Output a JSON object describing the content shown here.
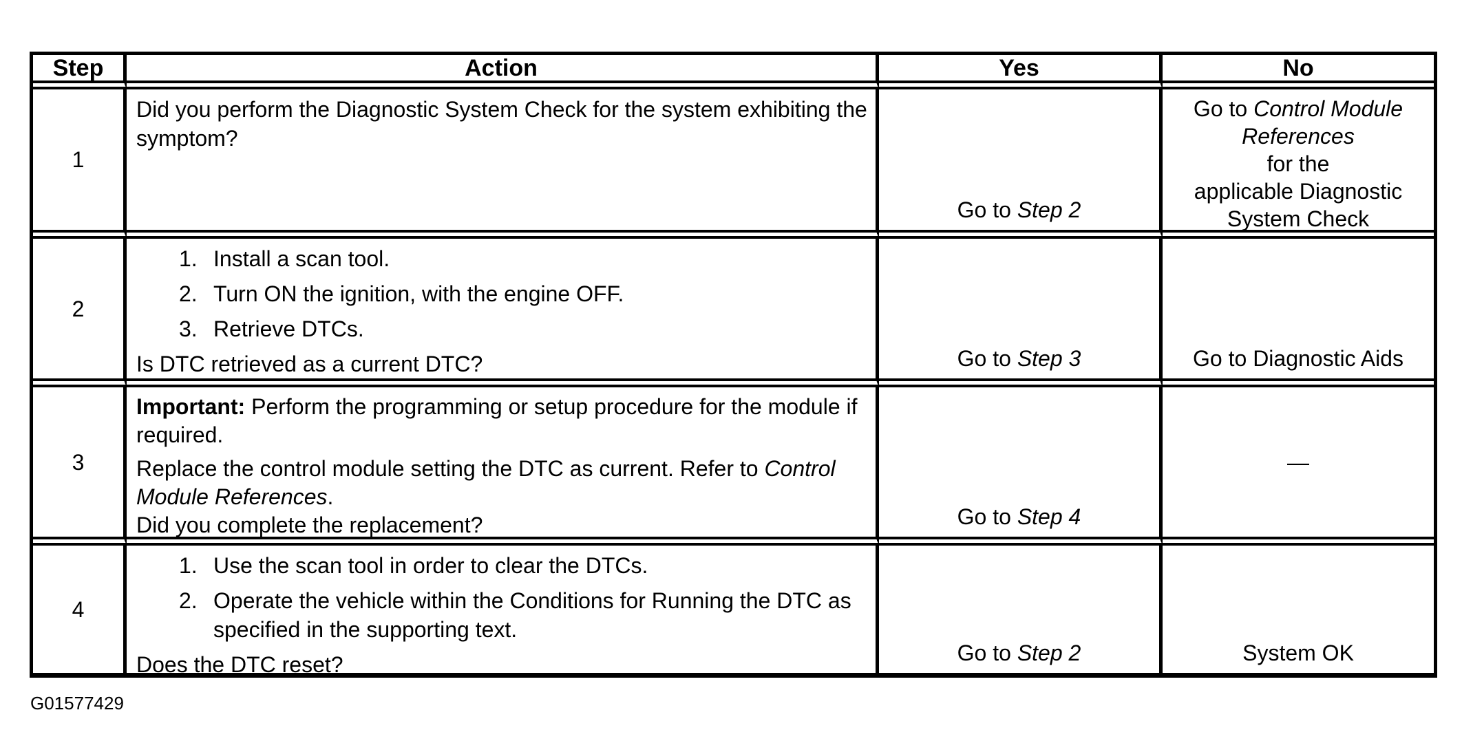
{
  "figure_id": "G01577429",
  "table": {
    "headers": {
      "step": "Step",
      "action": "Action",
      "yes": "Yes",
      "no": "No"
    },
    "rows": [
      {
        "step": "1",
        "action": "Did you perform the Diagnostic System Check for the system exhibiting the symptom?",
        "yes_prefix": "Go to ",
        "yes_italic": "Step 2",
        "no_l1a": "Go to ",
        "no_l1b": "Control Module",
        "no_l2": "References",
        "no_l3": "for the",
        "no_l4": "applicable Diagnostic",
        "no_l5": "System Check"
      },
      {
        "step": "2",
        "items": [
          {
            "num": "1.",
            "text": "Install a scan tool."
          },
          {
            "num": "2.",
            "text": "Turn ON the ignition, with the engine OFF."
          },
          {
            "num": "3.",
            "text": "Retrieve DTCs."
          }
        ],
        "question": "Is DTC retrieved as a current DTC?",
        "yes_prefix": "Go to ",
        "yes_italic": "Step 3",
        "no_text": "Go to Diagnostic Aids"
      },
      {
        "step": "3",
        "p1_bold": "Important:",
        "p1_rest": " Perform the programming or setup procedure for the module if required.",
        "p2_text": "Replace the control module setting the DTC as current. Refer to ",
        "p2_italic": "Control Module References",
        "p2_end": ".",
        "question": "Did you complete the replacement?",
        "yes_prefix": "Go to ",
        "yes_italic": "Step 4",
        "no_text": "—"
      },
      {
        "step": "4",
        "items": [
          {
            "num": "1.",
            "text": "Use the scan tool in order to clear the DTCs."
          },
          {
            "num": "2.",
            "text": "Operate the vehicle within the Conditions for Running the DTC as specified in the supporting text."
          }
        ],
        "question": "Does the DTC reset?",
        "yes_prefix": "Go to ",
        "yes_italic": "Step 2",
        "no_text": "System OK"
      }
    ]
  }
}
